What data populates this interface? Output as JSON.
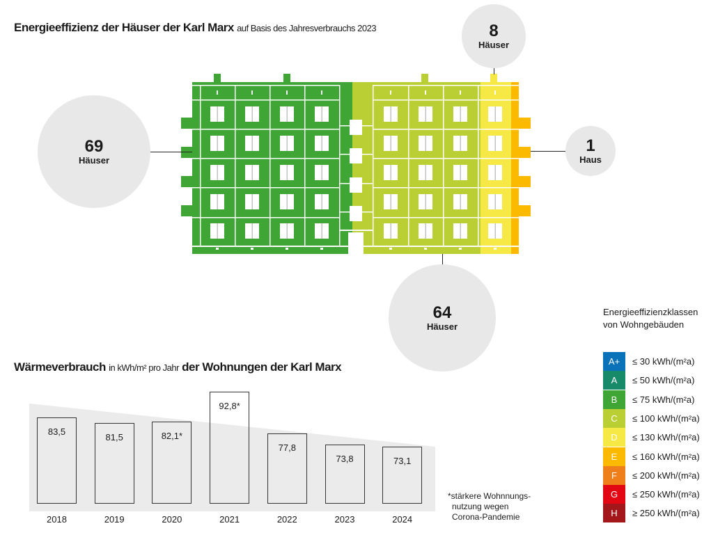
{
  "header": {
    "title_bold": "Energieeffizienz der Häuser der Karl Marx",
    "title_rest": "auf Basis des Jahresverbrauchs 2023"
  },
  "bubbles": [
    {
      "count": "69",
      "label": "Häuser",
      "class": "B"
    },
    {
      "count": "64",
      "label": "Häuser",
      "class": "C"
    },
    {
      "count": "8",
      "label": "Häuser",
      "class": "D"
    },
    {
      "count": "1",
      "label": "Haus",
      "class": "E"
    }
  ],
  "legend": {
    "title_line1": "Energieeffizienzklassen",
    "title_line2": "von Wohngebäuden",
    "classes": [
      {
        "label": "A+",
        "range": "≤ 30 kWh/(m²a)",
        "color": "#0a72b8"
      },
      {
        "label": "A",
        "range": "≤ 50 kWh/(m²a)",
        "color": "#178a6a"
      },
      {
        "label": "B",
        "range": "≤ 75 kWh/(m²a)",
        "color": "#3fa535"
      },
      {
        "label": "C",
        "range": "≤ 100 kWh/(m²a)",
        "color": "#b9cf33"
      },
      {
        "label": "D",
        "range": "≤ 130 kWh/(m²a)",
        "color": "#f6e945"
      },
      {
        "label": "E",
        "range": "≤ 160 kWh/(m²a)",
        "color": "#fbba00"
      },
      {
        "label": "F",
        "range": "≤ 200 kWh/(m²a)",
        "color": "#ee7f1a"
      },
      {
        "label": "G",
        "range": "≤ 250 kWh/(m²a)",
        "color": "#e30613"
      },
      {
        "label": "H",
        "range": "≥ 250 kWh/(m²a)",
        "color": "#a3171b"
      }
    ]
  },
  "chart_data": {
    "type": "bar",
    "title_bold1": "Wärmeverbrauch",
    "title_unit": "in kWh/m² pro Jahr",
    "title_bold2": "der Wohnungen der Karl Marx",
    "categories": [
      "2018",
      "2019",
      "2020",
      "2021",
      "2022",
      "2023",
      "2024"
    ],
    "values": [
      83.5,
      81.5,
      82.1,
      92.8,
      77.8,
      73.8,
      73.1
    ],
    "value_labels": [
      "83,5",
      "81,5",
      "82,1*",
      "92,8*",
      "77,8",
      "73,8",
      "73,1"
    ],
    "ylabel": "kWh/m² pro Jahr",
    "footnote": [
      "*stärkere Wohnnungs-",
      "nutzung wegen",
      "Corona-Pandemie"
    ]
  }
}
